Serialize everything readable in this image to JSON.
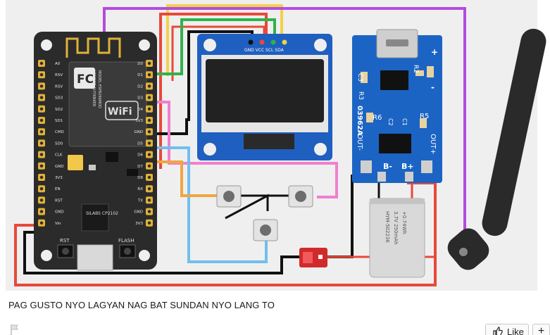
{
  "diagram": {
    "mcu": {
      "left_pins": [
        "A0",
        "RSV",
        "RSV",
        "SD3",
        "SD2",
        "SD1",
        "CMD",
        "SD0",
        "CLK",
        "GND",
        "3V3",
        "EN",
        "RST",
        "GND",
        "Vin"
      ],
      "right_pins": [
        "D0",
        "D1",
        "D2",
        "D3",
        "D4",
        "3V3",
        "GND",
        "D5",
        "D6",
        "D7",
        "D8",
        "RX",
        "TX",
        "GND",
        "3V3"
      ],
      "module_model": "MODEL ESP8266MOD",
      "module_vendor": "VENDOR AI-THINKER",
      "fcc_mark": "FC",
      "wifi_mark": "WiFi",
      "chip_label": "SILABS CP2102",
      "rst_label": "RST",
      "flash_label": "FLASH"
    },
    "oled": {
      "pin_labels": "GND VCC SCL SDA"
    },
    "charger": {
      "labels": {
        "r2": "R2",
        "r3": "R3",
        "r6": "R6",
        "r5": "R5",
        "c3": "C3",
        "c2": "C2",
        "c1": "C1",
        "model": "03962A",
        "plus_top": "+",
        "minus_top": "-",
        "out_minus": "OUT-",
        "out_plus": "OUT+",
        "b_minus": "B-",
        "b_plus": "B+"
      }
    },
    "battery": {
      "lines": [
        "HYM-502236",
        "3.7V 250mAh",
        "+0.74Wh"
      ]
    }
  },
  "caption": "PAG GUSTO NYO LAGYAN NAG BAT SUNDAN NYO LANG TO",
  "actions": {
    "like_label": "Like",
    "add_label": "+"
  },
  "colors": {
    "board": "#2b2b2b",
    "gold": "#e0b23a",
    "oled_board": "#1f5fbf",
    "charger_board": "#1c64c4",
    "wire_purple": "#b44be0",
    "wire_red": "#e8483a",
    "wire_yellow": "#f0d24a",
    "wire_green": "#2fb24a",
    "wire_pink": "#f07fd0",
    "wire_blue": "#6ec0ee",
    "wire_orange": "#f0a640",
    "wire_black": "#111111"
  }
}
